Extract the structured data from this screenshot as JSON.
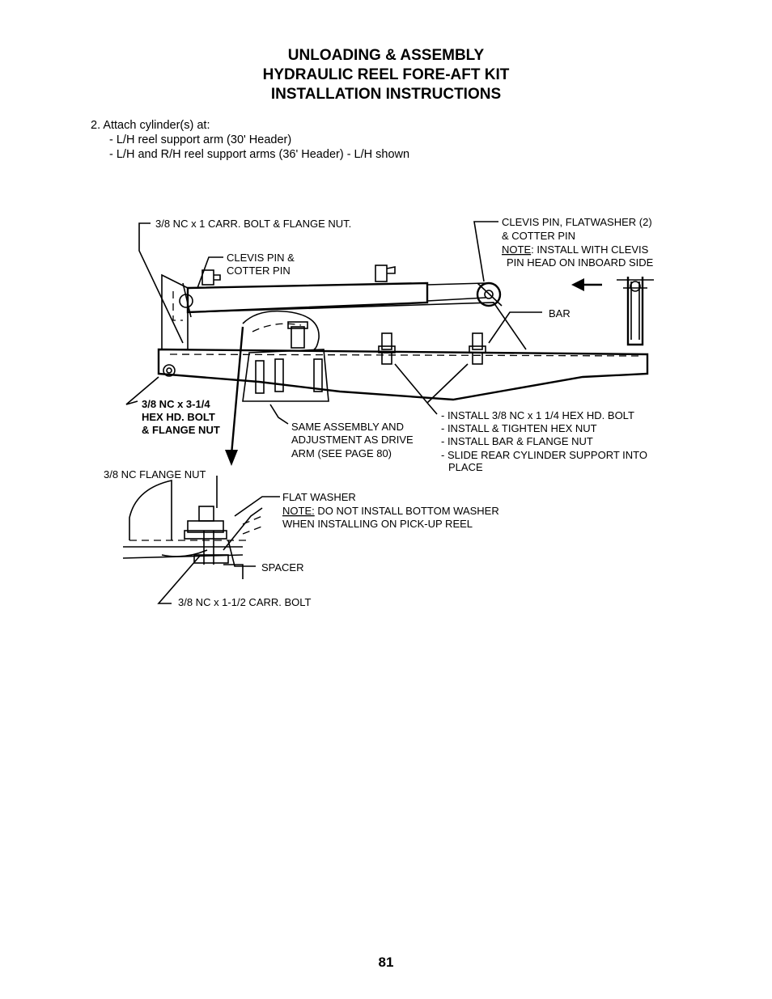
{
  "heading": {
    "line1": "UNLOADING & ASSEMBLY",
    "line2": "HYDRAULIC REEL FORE-AFT KIT",
    "line3": "INSTALLATION INSTRUCTIONS"
  },
  "step": {
    "main": "2.  Attach cylinder(s) at:",
    "sub1": "- L/H reel support arm (30' Header)",
    "sub2": "- L/H and R/H reel support arms (36' Header) - L/H shown"
  },
  "callouts": {
    "carr_bolt": "3/8 NC x 1 CARR. BOLT & FLANGE NUT.",
    "clevis_pin_1": "CLEVIS PIN &",
    "clevis_pin_2": "COTTER PIN",
    "clevis_fw_1": "CLEVIS PIN, FLATWASHER (2)",
    "clevis_fw_2": "& COTTER PIN",
    "note_word": "NOTE",
    "clevis_note_rest": ":  INSTALL WITH CLEVIS",
    "clevis_note_2": "PIN HEAD ON INBOARD SIDE",
    "bar": "BAR",
    "hex_bolt_1": "3/8 NC x 3-1/4",
    "hex_bolt_2": "HEX HD. BOLT",
    "hex_bolt_3": "& FLANGE NUT",
    "same_1": "SAME ASSEMBLY AND",
    "same_2": "ADJUSTMENT AS DRIVE",
    "same_3": "ARM (SEE  PAGE 80)",
    "install_1": "- INSTALL 3/8 NC x 1 1/4 HEX HD. BOLT",
    "install_2": "- INSTALL & TIGHTEN HEX NUT",
    "install_3": "- INSTALL BAR & FLANGE NUT",
    "install_4": "- SLIDE REAR CYLINDER SUPPORT INTO",
    "install_5": "PLACE",
    "flange_nut": "3/8 NC FLANGE NUT",
    "flat_washer": "FLAT WASHER",
    "note_word_2": "NOTE:",
    "washer_note_rest": " DO NOT INSTALL BOTTOM WASHER",
    "washer_note_2": "WHEN INSTALLING ON PICK-UP REEL",
    "spacer": "SPACER",
    "carr_bolt_2": "3/8 NC x 1-1/2 CARR. BOLT"
  },
  "page_number": "81"
}
